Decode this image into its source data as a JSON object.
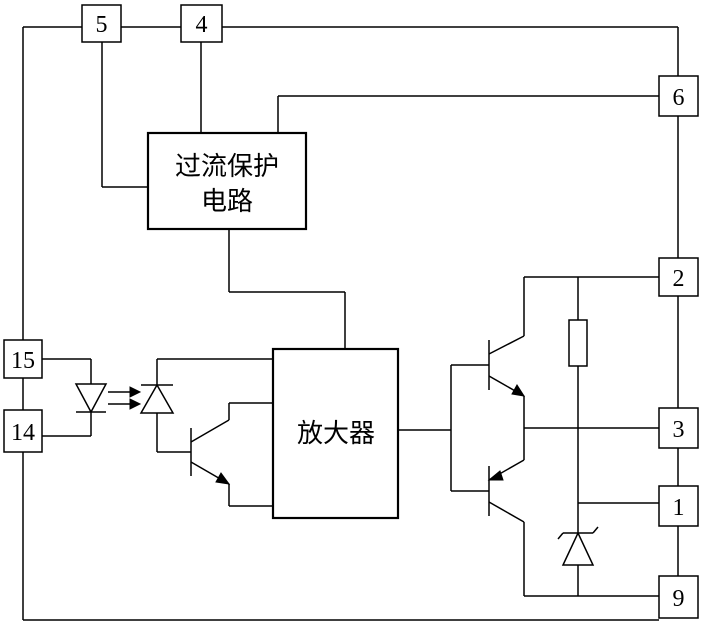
{
  "pins": {
    "p5": "5",
    "p4": "4",
    "p6": "6",
    "p2": "2",
    "p3": "3",
    "p1": "1",
    "p9": "9",
    "p15": "15",
    "p14": "14"
  },
  "blocks": {
    "overcurrent_line1": "过流保护",
    "overcurrent_line2": "电路",
    "amplifier": "放大器"
  }
}
